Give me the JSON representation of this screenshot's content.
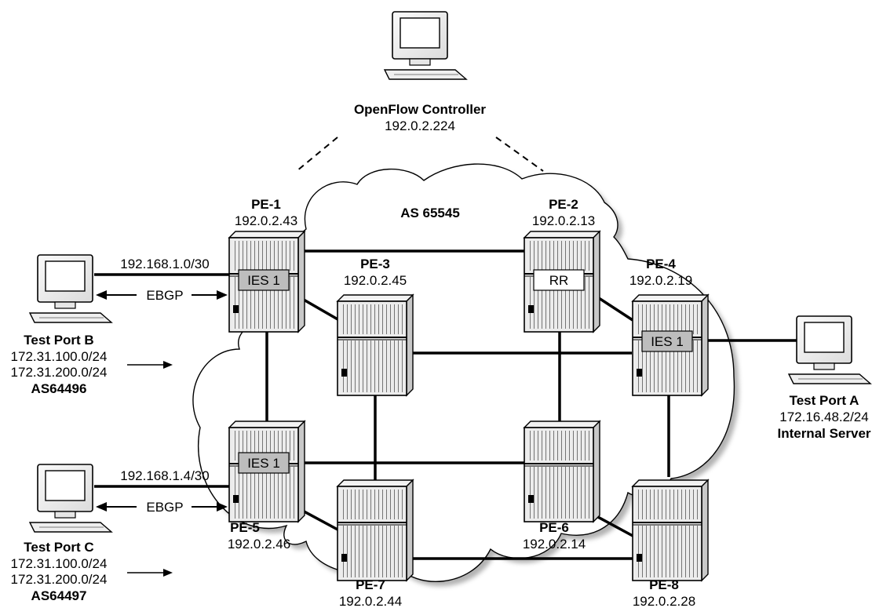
{
  "cloud": {
    "label": "AS 65545"
  },
  "controller": {
    "name": "OpenFlow Controller",
    "ip": "192.0.2.224"
  },
  "routers": [
    {
      "key": "pe1",
      "name": "PE-1",
      "ip": "192.0.2.43",
      "service": "IES 1"
    },
    {
      "key": "pe2",
      "name": "PE-2",
      "ip": "192.0.2.13",
      "service": "RR"
    },
    {
      "key": "pe3",
      "name": "PE-3",
      "ip": "192.0.2.45"
    },
    {
      "key": "pe4",
      "name": "PE-4",
      "ip": "192.0.2.19",
      "service": "IES 1"
    },
    {
      "key": "pe5",
      "name": "PE-5",
      "ip": "192.0.2.46",
      "service": "IES 1"
    },
    {
      "key": "pe6",
      "name": "PE-6",
      "ip": "192.0.2.14"
    },
    {
      "key": "pe7",
      "name": "PE-7",
      "ip": "192.0.2.44"
    },
    {
      "key": "pe8",
      "name": "PE-8",
      "ip": "192.0.2.28"
    }
  ],
  "test_port_b": {
    "name": "Test Port B",
    "prefixes": [
      "172.31.100.0/24",
      "172.31.200.0/24"
    ],
    "as": "AS64496",
    "link_subnet": "192.168.1.0/30",
    "protocol": "EBGP"
  },
  "test_port_c": {
    "name": "Test Port C",
    "prefixes": [
      "172.31.100.0/24",
      "172.31.200.0/24"
    ],
    "as": "AS64497",
    "link_subnet": "192.168.1.4/30",
    "protocol": "EBGP"
  },
  "test_port_a": {
    "name": "Test Port A",
    "ip": "172.16.48.2/24",
    "role": "Internal Server"
  }
}
